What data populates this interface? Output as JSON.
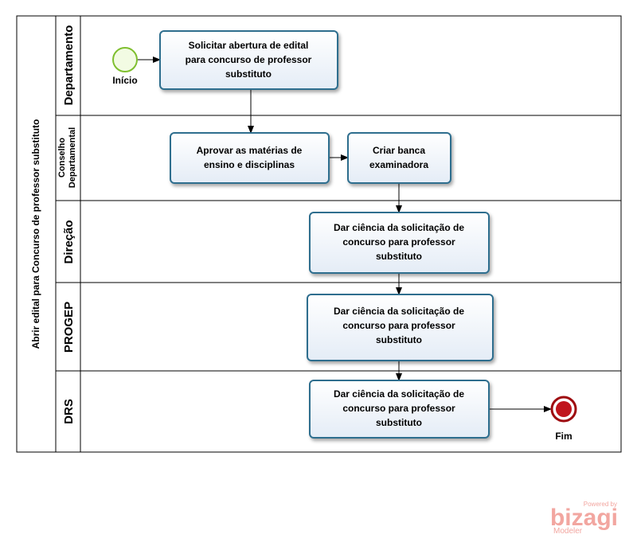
{
  "pool": {
    "label": "Abrir edital para Concurso de professor substituto"
  },
  "lanes": {
    "departamento": "Departamento",
    "conselho_line1": "Conselho",
    "conselho_line2": "Departamental",
    "direcao": "Direção",
    "progep": "PROGEP",
    "drs": "DRS"
  },
  "events": {
    "start": "Início",
    "end": "Fim"
  },
  "tasks": {
    "solicitar": [
      "Solicitar abertura de edital",
      "para concurso de professor",
      "substituto"
    ],
    "aprovar": [
      "Aprovar as matérias de",
      "ensino e disciplinas"
    ],
    "criar": [
      "Criar banca",
      "examinadora"
    ],
    "direcao": [
      "Dar ciência da solicitação  de",
      "concurso para professor",
      "substituto"
    ],
    "progep": [
      "Dar ciência da solicitação  de",
      "concurso para professor",
      "substituto"
    ],
    "drs": [
      "Dar ciência da solicitação  de",
      "concurso para professor",
      "substituto"
    ]
  },
  "watermark": {
    "powered": "Powered by",
    "brand": "bizagi",
    "product": "Modeler"
  },
  "colors": {
    "task_border": "#2e6e8e",
    "task_fill_top": "#ffffff",
    "task_fill_bottom": "#e4ecf6",
    "start_stroke": "#7fbf2f",
    "start_fill": "#f2fbe3",
    "end_stroke": "#9e0b0f",
    "end_fill": "#c0141c",
    "watermark": "#f2a6a0"
  }
}
